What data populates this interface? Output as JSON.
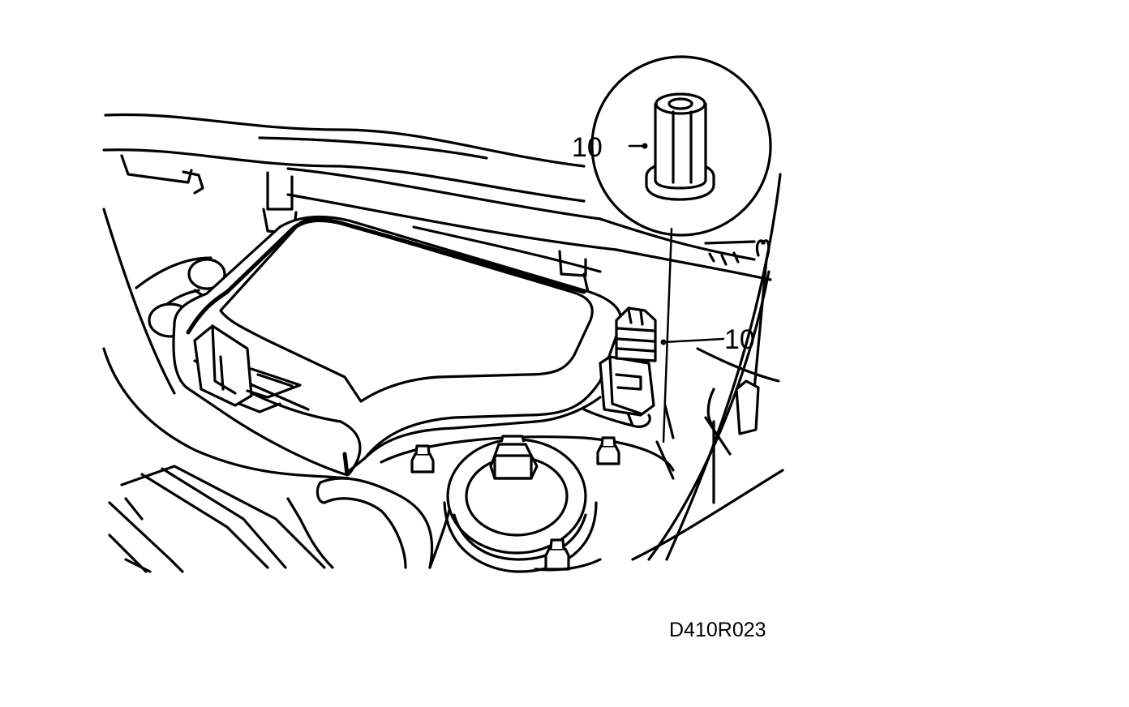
{
  "callouts": [
    {
      "label": "10",
      "target": "nut-detail"
    },
    {
      "label": "10",
      "target": "relay-connector"
    }
  ],
  "figure_code": "D410R023",
  "colors": {
    "ink": "#000000",
    "paper": "#ffffff"
  }
}
